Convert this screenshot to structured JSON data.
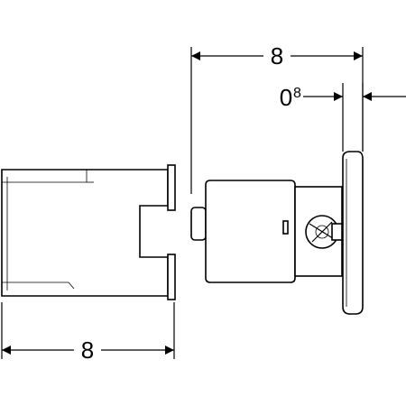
{
  "dimensions": {
    "top_length": "8",
    "offset_prefix": "0",
    "offset_suffix": "8",
    "bottom_length": "8"
  }
}
